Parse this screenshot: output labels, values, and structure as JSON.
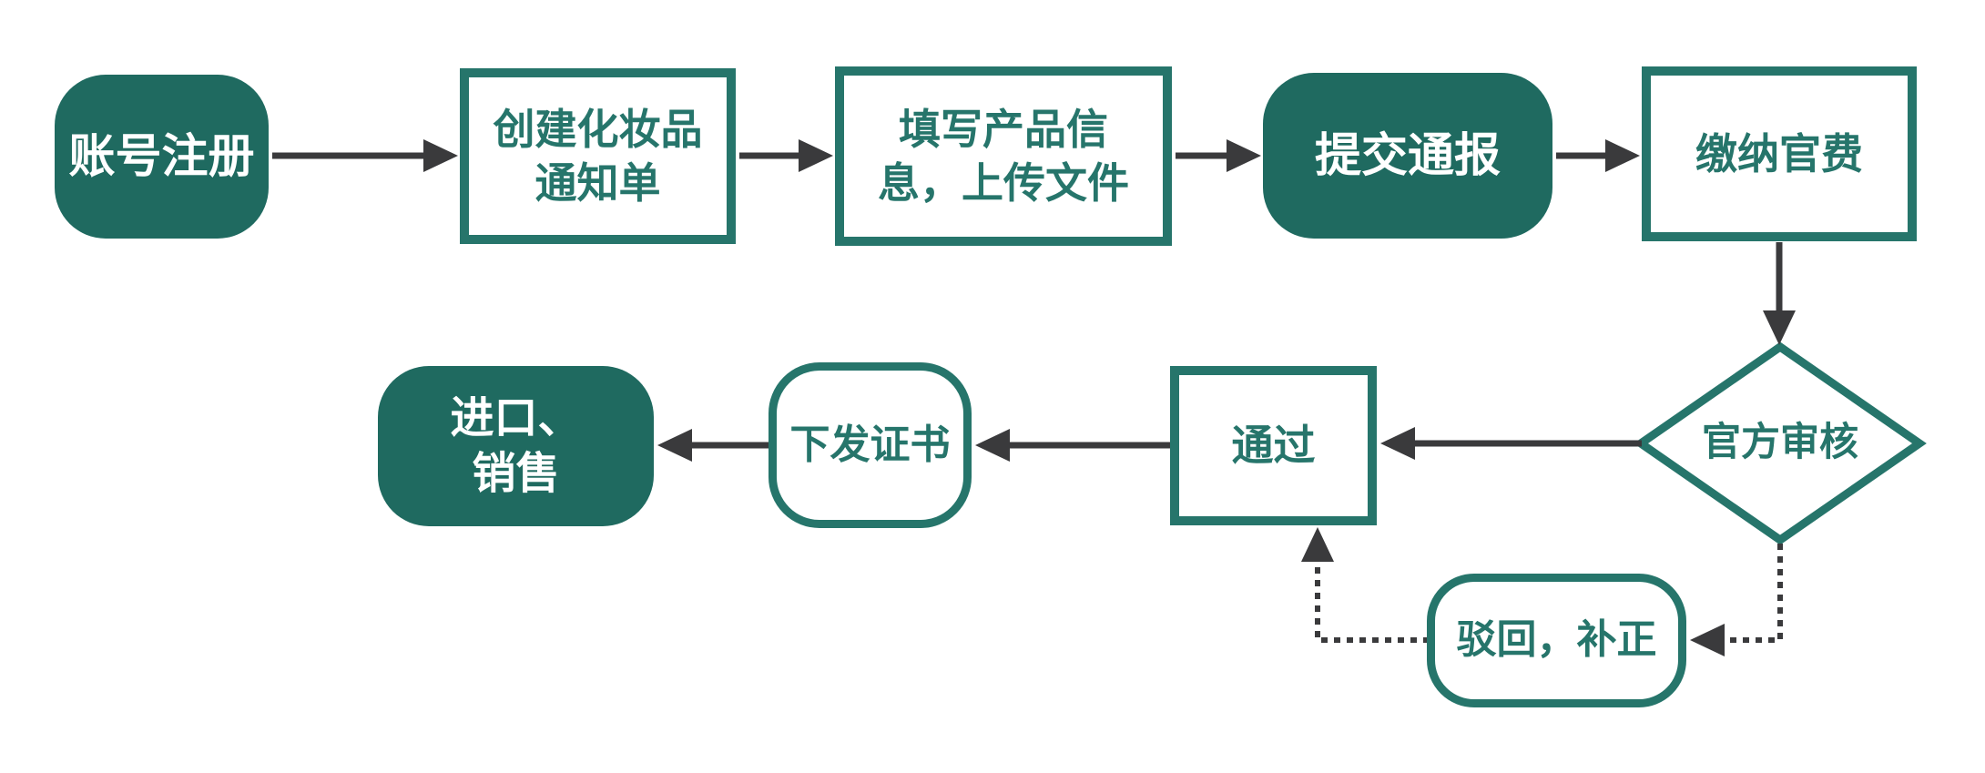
{
  "colors": {
    "node_fill": "#1F6A60",
    "node_stroke": "#26756B",
    "node_text": "#26756B",
    "text_on_fill": "#FFFFFF",
    "arrow": "#3A3A3C",
    "background": "#FFFFFF"
  },
  "flow": {
    "nodes": {
      "register": {
        "label": "账号注册"
      },
      "create": {
        "label": "创建化妆品\n通知单"
      },
      "fill_info": {
        "label": "填写产品信\n息，上传文件"
      },
      "submit": {
        "label": "提交通报"
      },
      "pay_fee": {
        "label": "缴纳官费"
      },
      "review": {
        "label": "官方审核"
      },
      "pass": {
        "label": "通过"
      },
      "issue_cert": {
        "label": "下发证书"
      },
      "import_sales": {
        "label": "进口、\n销售"
      },
      "reject": {
        "label": "驳回，补正"
      }
    }
  }
}
